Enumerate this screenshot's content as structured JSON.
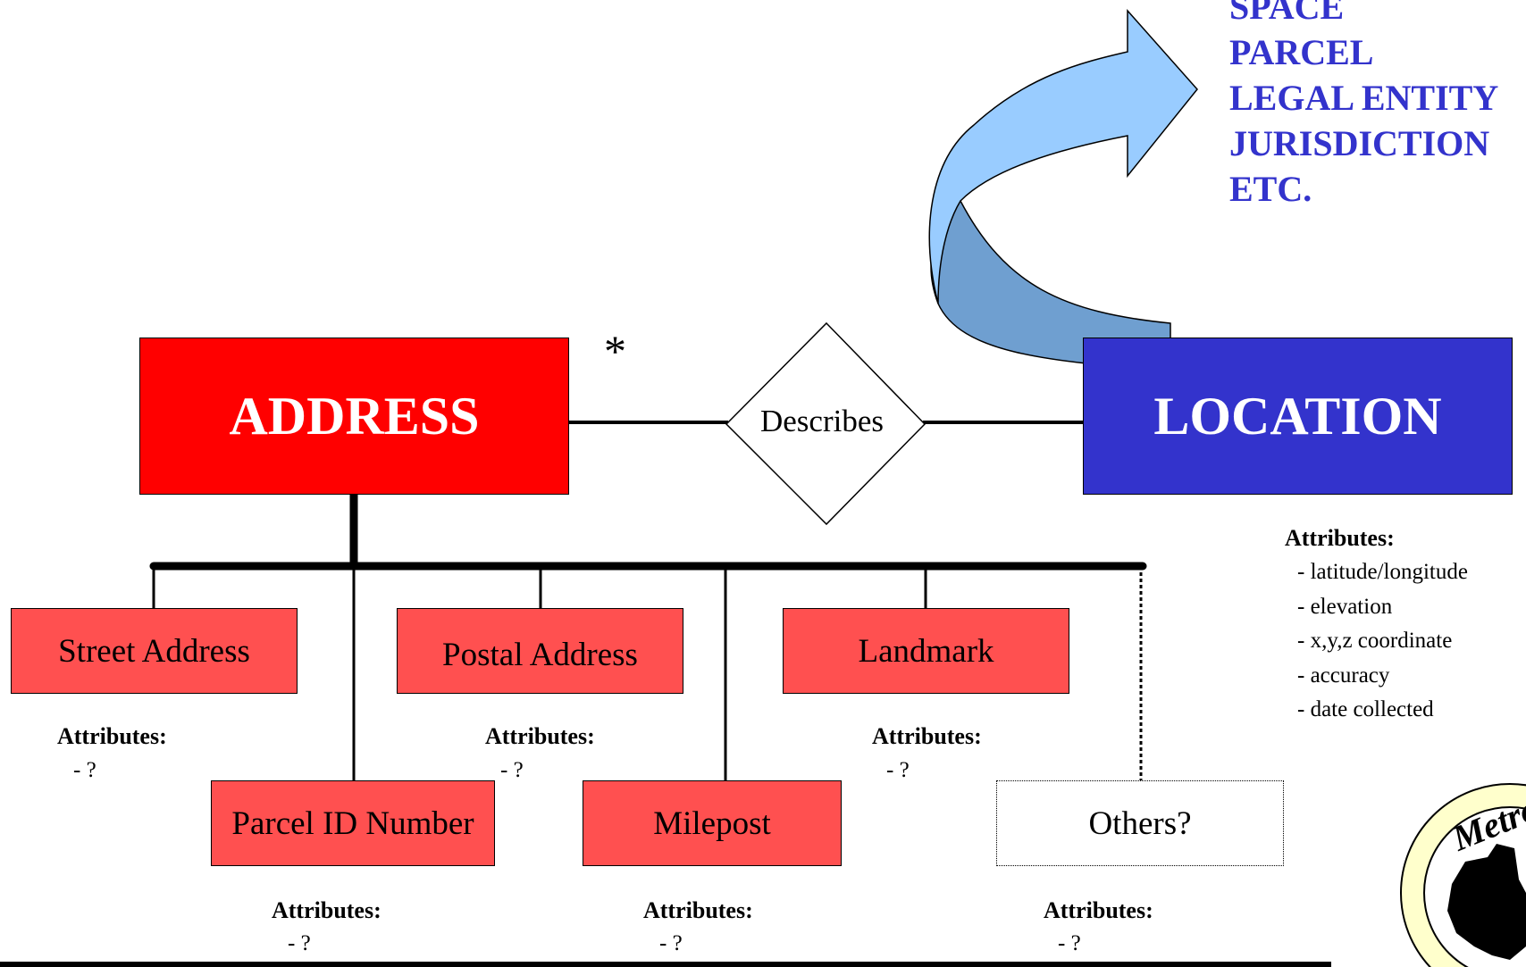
{
  "colors": {
    "address_fill": "#ff0000",
    "location_fill": "#3333cc",
    "subtype_fill": "#ff5050",
    "target_text": "#3333cc",
    "arrow_light": "#99ccff",
    "arrow_dark": "#6f9fd0"
  },
  "targets": [
    "SPACE",
    "PARCEL",
    "LEGAL ENTITY",
    "JURISDICTION",
    "ETC."
  ],
  "address": {
    "label": "ADDRESS",
    "marker": "*"
  },
  "relationship": {
    "label": "Describes"
  },
  "location": {
    "label": "LOCATION",
    "attributes_label": "Attributes:",
    "attributes": [
      "- latitude/longitude",
      "- elevation",
      "- x,y,z coordinate",
      "- accuracy",
      "- date collected"
    ]
  },
  "subtypes": [
    {
      "label": "Street Address",
      "attributes_label": "Attributes:",
      "attribute": "- ?"
    },
    {
      "label": "Parcel ID Number",
      "attributes_label": "Attributes:",
      "attribute": "- ?"
    },
    {
      "label": "Postal Address",
      "attributes_label": "Attributes:",
      "attribute": "- ?"
    },
    {
      "label": "Milepost",
      "attributes_label": "Attributes:",
      "attribute": "- ?"
    },
    {
      "label": "Landmark",
      "attributes_label": "Attributes:",
      "attribute": "- ?"
    },
    {
      "label": "Others?",
      "attributes_label": "Attributes:",
      "attribute": "- ?"
    }
  ],
  "logo": {
    "text": "Metro"
  }
}
